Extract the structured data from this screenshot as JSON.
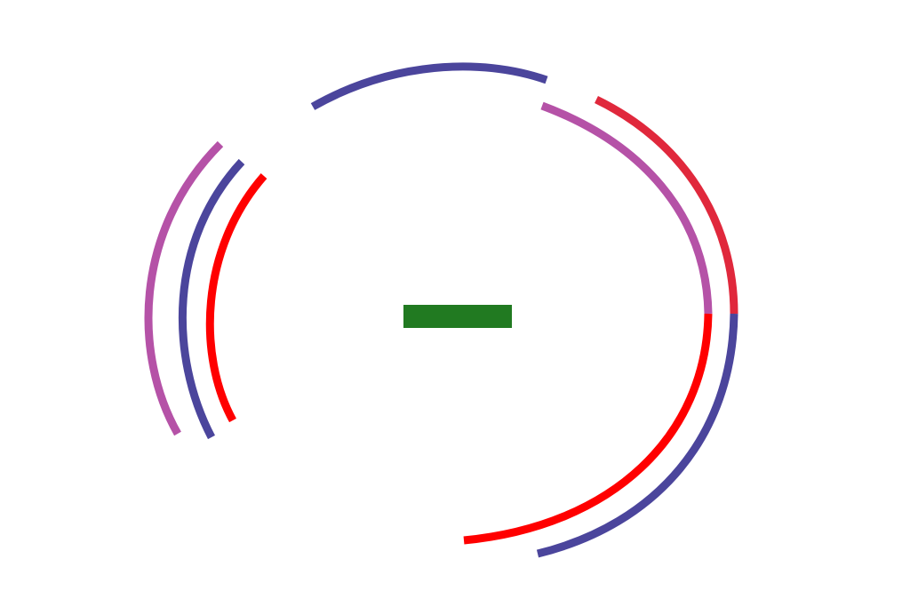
{
  "colors": {
    "background": "#ffffff",
    "navy": "#4b459c",
    "orchid": "#b552a7",
    "red": "#ff0000",
    "crimson": "#e0283c",
    "green": "#217a21"
  },
  "shapes": [
    {
      "name": "top-navy-arc",
      "type": "arc",
      "color": "navy"
    },
    {
      "name": "right-orchid-arc",
      "type": "arc",
      "color": "orchid"
    },
    {
      "name": "right-crimson-arc",
      "type": "arc",
      "color": "crimson"
    },
    {
      "name": "lower-right-red-arc",
      "type": "arc",
      "color": "red"
    },
    {
      "name": "lower-right-navy-arc",
      "type": "arc",
      "color": "navy"
    },
    {
      "name": "left-orchid-arc",
      "type": "arc",
      "color": "orchid"
    },
    {
      "name": "left-navy-arc",
      "type": "arc",
      "color": "navy"
    },
    {
      "name": "left-red-arc",
      "type": "arc",
      "color": "red"
    },
    {
      "name": "center-green-bar",
      "type": "bar",
      "color": "green"
    }
  ]
}
